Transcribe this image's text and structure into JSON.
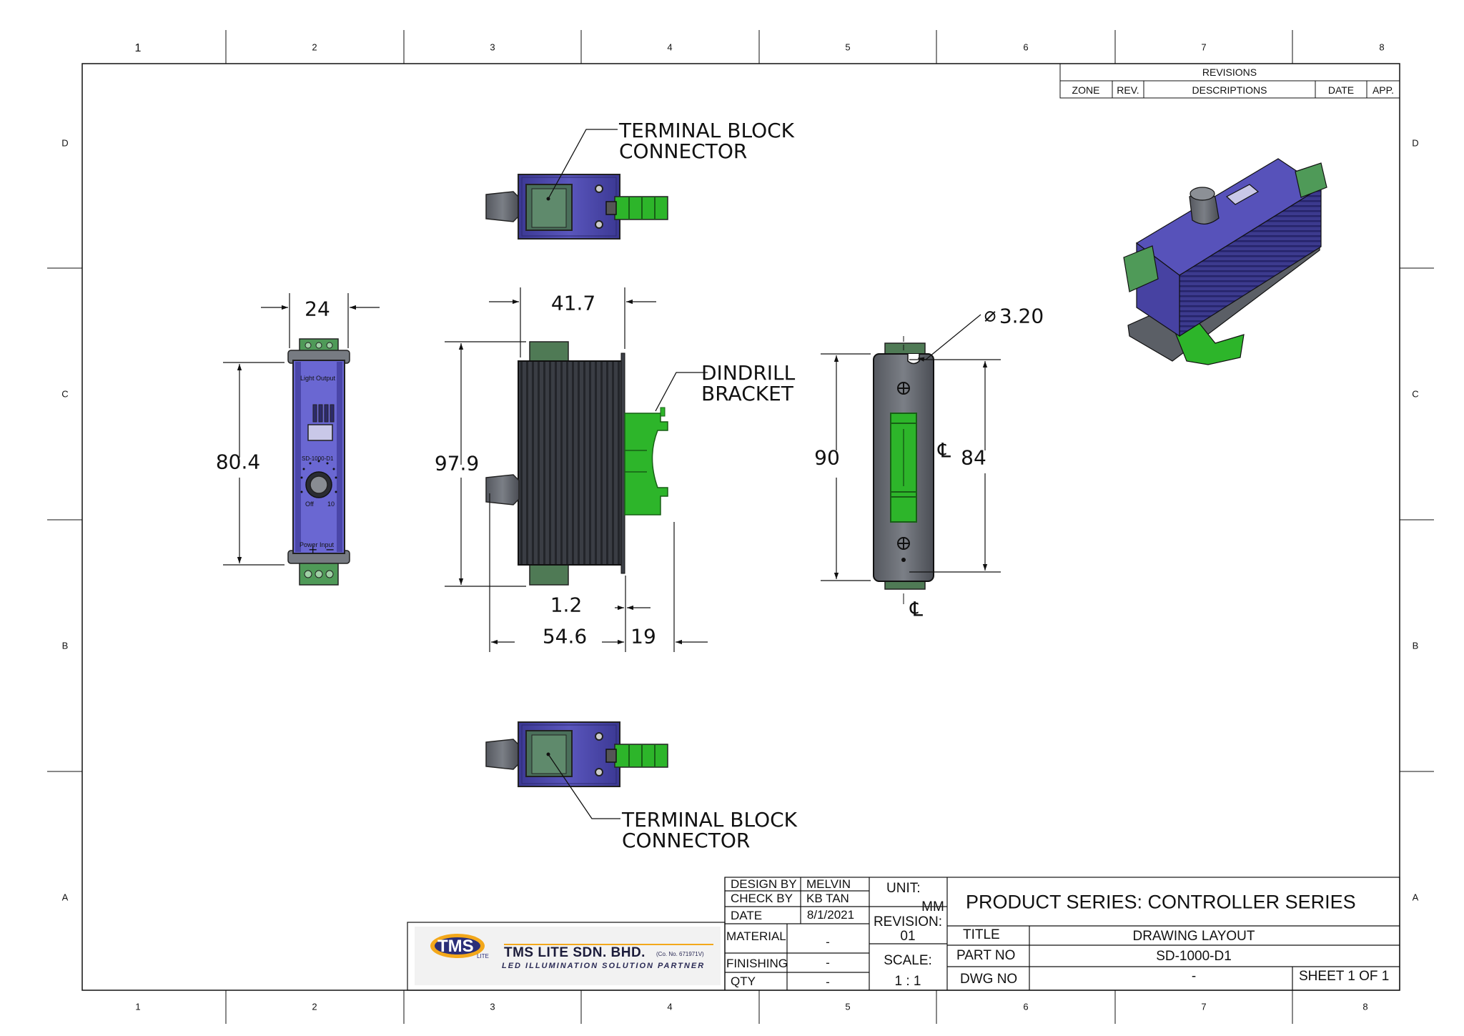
{
  "zones": {
    "columns": [
      "1",
      "2",
      "3",
      "4",
      "5",
      "6",
      "7",
      "8"
    ],
    "rows": [
      "D",
      "C",
      "B",
      "A"
    ]
  },
  "revisions": {
    "title": "REVISIONS",
    "headers": [
      "ZONE",
      "REV.",
      "DESCRIPTIONS",
      "DATE",
      "APP."
    ]
  },
  "callouts": {
    "terminal_top": [
      "TERMINAL BLOCK",
      "CONNECTOR"
    ],
    "terminal_bottom": [
      "TERMINAL BLOCK",
      "CONNECTOR"
    ],
    "din_bracket": [
      "DINDRILL",
      "BRACKET"
    ]
  },
  "dimensions": {
    "width_front": "24",
    "height_front": "80.4",
    "depth_side": "41.7",
    "height_side": "97.9",
    "bracket_thickness": "1.2",
    "overall_depth": "54.6",
    "bracket_depth": "19",
    "hole_diameter": "3.20",
    "rear_height": "90",
    "hole_spacing": "84",
    "centerline_symbol": "℄"
  },
  "device_labels": {
    "light_output": "Light Output",
    "power_input": "Power Input",
    "model": "SD-1000-D1",
    "off": "Off",
    "ten": "10"
  },
  "title_block": {
    "design_by_label": "DESIGN BY",
    "design_by": "MELVIN",
    "check_by_label": "CHECK BY",
    "check_by": "KB TAN",
    "date_label": "DATE",
    "date": "8/1/2021",
    "material_label": "MATERIAL",
    "material": "-",
    "finishing_label": "FINISHING",
    "finishing": "-",
    "qty_label": "QTY",
    "qty": "-",
    "unit_label": "UNIT:",
    "unit": "MM",
    "revision_label": "REVISION:",
    "revision": "01",
    "scale_label": "SCALE:",
    "scale": "1 : 1",
    "product_series": "PRODUCT SERIES:  CONTROLLER SERIES",
    "title_label": "TITLE",
    "title": "DRAWING LAYOUT",
    "part_no_label": "PART NO",
    "part_no": "SD-1000-D1",
    "dwg_no_label": "DWG NO",
    "dwg_no": "-",
    "sheet": "SHEET 1 OF 1"
  },
  "company": {
    "logo_text": "TMS",
    "logo_sub": "LITE",
    "name": "TMS LITE SDN. BHD.",
    "reg_no": "(Co. No. 671971V)",
    "tagline": "LED ILLUMINATION SOLUTION PARTNER"
  },
  "colors": {
    "housing_blue": "#4a46a8",
    "heatsink": "#3c3f46",
    "din_green": "#2db52a",
    "terminal_green": "#4f9a58",
    "knob_grey": "#6b6f75"
  }
}
